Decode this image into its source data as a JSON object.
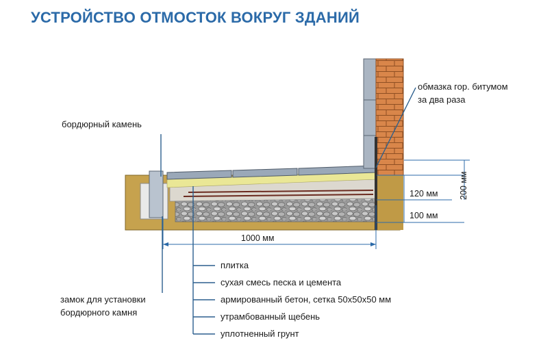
{
  "title": "УСТРОЙСТВО ОТМОСТОК ВОКРУГ ЗДАНИЙ",
  "callouts": {
    "curb_stone": "бордюрный камень",
    "bitumen_line1": "обмазка гор. битумом",
    "bitumen_line2": "за два раза",
    "curb_lock_line1": "замок для установки",
    "curb_lock_line2": "бордюрного камня"
  },
  "dimensions": {
    "width": "1000 мм",
    "layer_concrete": "120 мм",
    "layer_gravel": "100 мм",
    "total_depth": "200 мм"
  },
  "layers": [
    "плитка",
    "сухая смесь песка и цемента",
    "армированный бетон, сетка 50х50х50 мм",
    "утрамбованный щебень",
    "уплотненный грунт"
  ],
  "colors": {
    "title": "#2b6aa8",
    "soil": "#c6a24e",
    "tile": "#9aa8b8",
    "sand": "#e8e69a",
    "concrete": "#d9d5cc",
    "gravel": "#8f8f8f",
    "brick": "#d98a4a",
    "leader": "#2b5f8e"
  }
}
